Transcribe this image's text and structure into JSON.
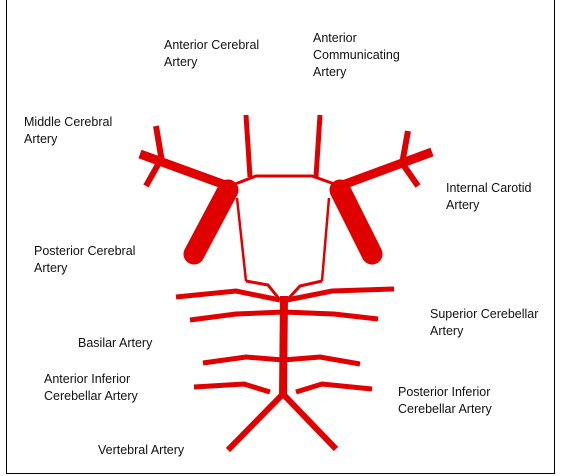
{
  "diagram": {
    "vessel_color": "#e10000",
    "labels": {
      "anterior_cerebral": [
        "Anterior Cerebral",
        "Artery"
      ],
      "anterior_communicating": [
        "Anterior",
        "Communicating",
        "Artery"
      ],
      "middle_cerebral": [
        "Middle Cerebral",
        "Artery"
      ],
      "internal_carotid": [
        "Internal Carotid",
        "Artery"
      ],
      "posterior_cerebral": [
        "Posterior Cerebral",
        "Artery"
      ],
      "superior_cerebellar": [
        "Superior Cerebellar",
        "Artery"
      ],
      "basilar": [
        "Basilar Artery"
      ],
      "anterior_inferior_cerebellar": [
        "Anterior Inferior",
        "Cerebellar Artery"
      ],
      "posterior_inferior_cerebellar": [
        "Posterior Inferior",
        "Cerebellar Artery"
      ],
      "vertebral": [
        "Vertebral Artery"
      ]
    }
  }
}
